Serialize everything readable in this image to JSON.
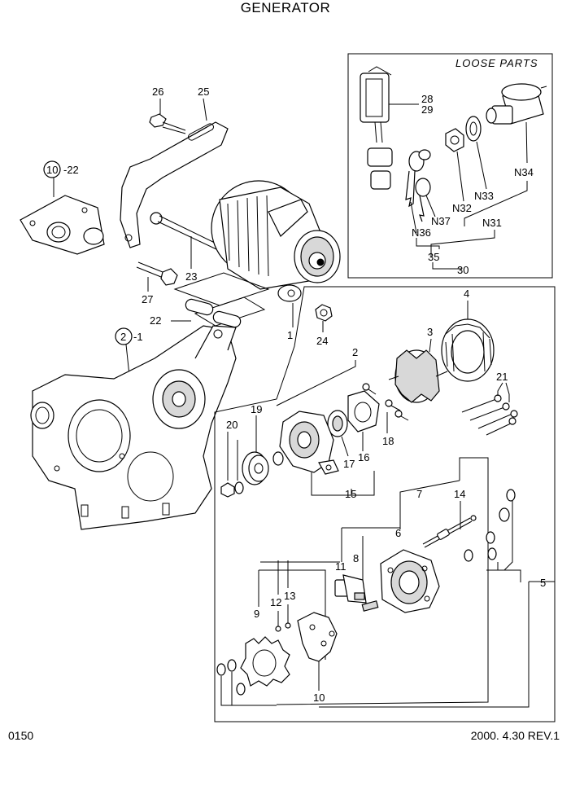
{
  "header": {
    "title": "GENERATOR"
  },
  "footer": {
    "code": "0150",
    "date": "2000. 4.30 REV.1"
  },
  "loose_parts": {
    "label": "LOOSE PARTS"
  },
  "callouts": {
    "c1": "1",
    "c2": "2",
    "c3": "3",
    "c4": "4",
    "c5": "5",
    "c6": "6",
    "c7": "7",
    "c8": "8",
    "c9": "9",
    "c10": "10",
    "c11": "11",
    "c12": "12",
    "c13": "13",
    "c14": "14",
    "c15": "15",
    "c16": "16",
    "c17": "17",
    "c18": "18",
    "c19": "19",
    "c20": "20",
    "c21": "21",
    "c22": "22",
    "c23": "23",
    "c24": "24",
    "c25": "25",
    "c26": "26",
    "c27": "27",
    "c28": "28",
    "c29": "29",
    "c30": "30",
    "c31": "N31",
    "c32": "N32",
    "c33": "N33",
    "c34": "N34",
    "c35": "35",
    "c36": "N36",
    "c37": "N37",
    "ref10": "10",
    "ref10_suffix": "-22",
    "ref2": "2",
    "ref2_suffix": "-1"
  }
}
